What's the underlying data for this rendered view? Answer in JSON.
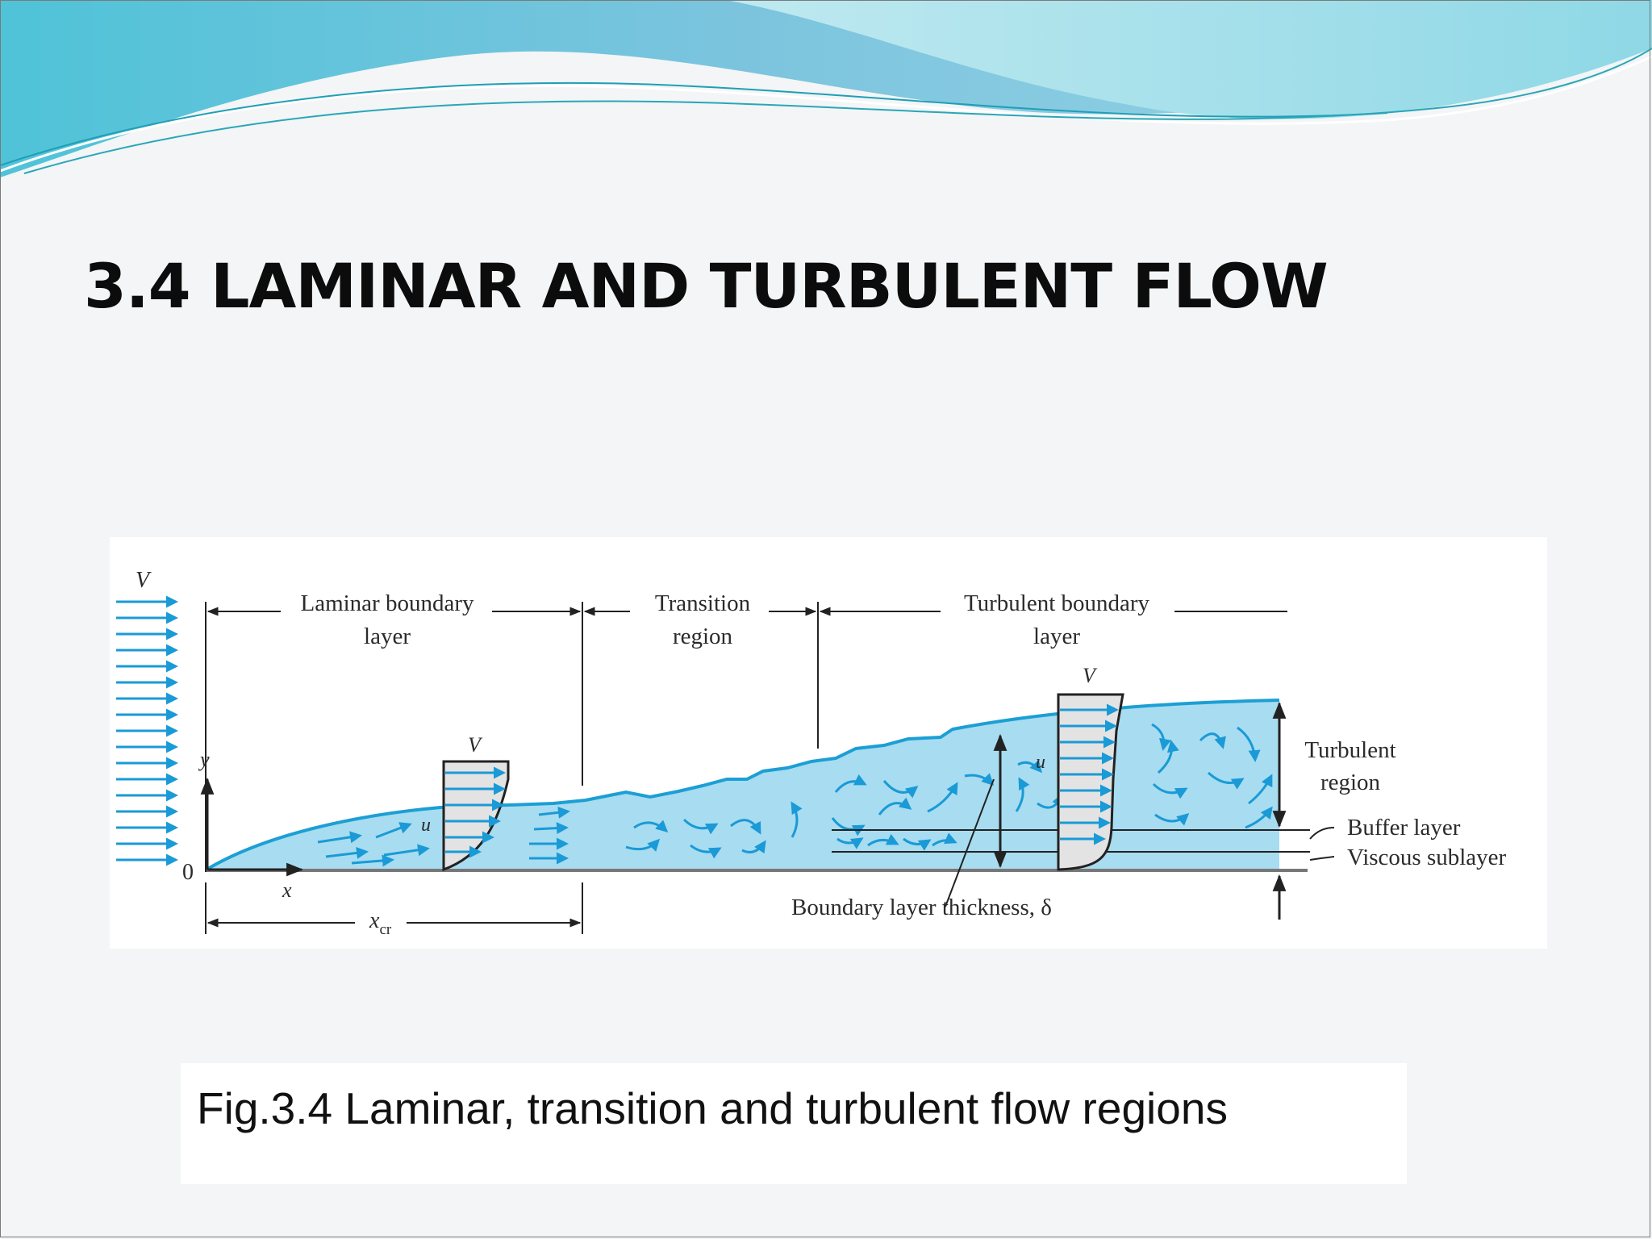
{
  "slide": {
    "title": "3.4 LAMINAR AND TURBULENT FLOW",
    "caption": "Fig.3.4 Laminar, transition and turbulent flow regions"
  },
  "figure": {
    "labels": {
      "freestream_velocity": "V",
      "laminar_region_line1": "Laminar boundary",
      "laminar_region_line2": "layer",
      "transition_region_line1": "Transition",
      "transition_region_line2": "region",
      "turbulent_region_line1": "Turbulent boundary",
      "turbulent_region_line2": "layer",
      "laminar_profile_velocity": "V",
      "laminar_profile_u": "u",
      "turbulent_profile_velocity": "V",
      "turbulent_profile_u": "u",
      "y_axis": "y",
      "x_axis": "x",
      "origin": "0",
      "x_critical": "x",
      "x_critical_subscript": "cr",
      "turbulent_region_right_line1": "Turbulent",
      "turbulent_region_right_line2": "region",
      "buffer_layer": "Buffer layer",
      "viscous_sublayer": "Viscous sublayer",
      "boundary_layer_thickness": "Boundary layer thickness, δ"
    },
    "colors": {
      "flow_fill": "#a8dcf0",
      "flow_edge": "#1c9fd4",
      "arrow": "#1a9ad6",
      "profile_fill": "#e3e3e3",
      "line": "#222222"
    }
  },
  "theme": {
    "wave_colors": [
      "#6cc0dc",
      "#a6e0ea",
      "#2bb6c9",
      "#1f8fb0"
    ]
  }
}
